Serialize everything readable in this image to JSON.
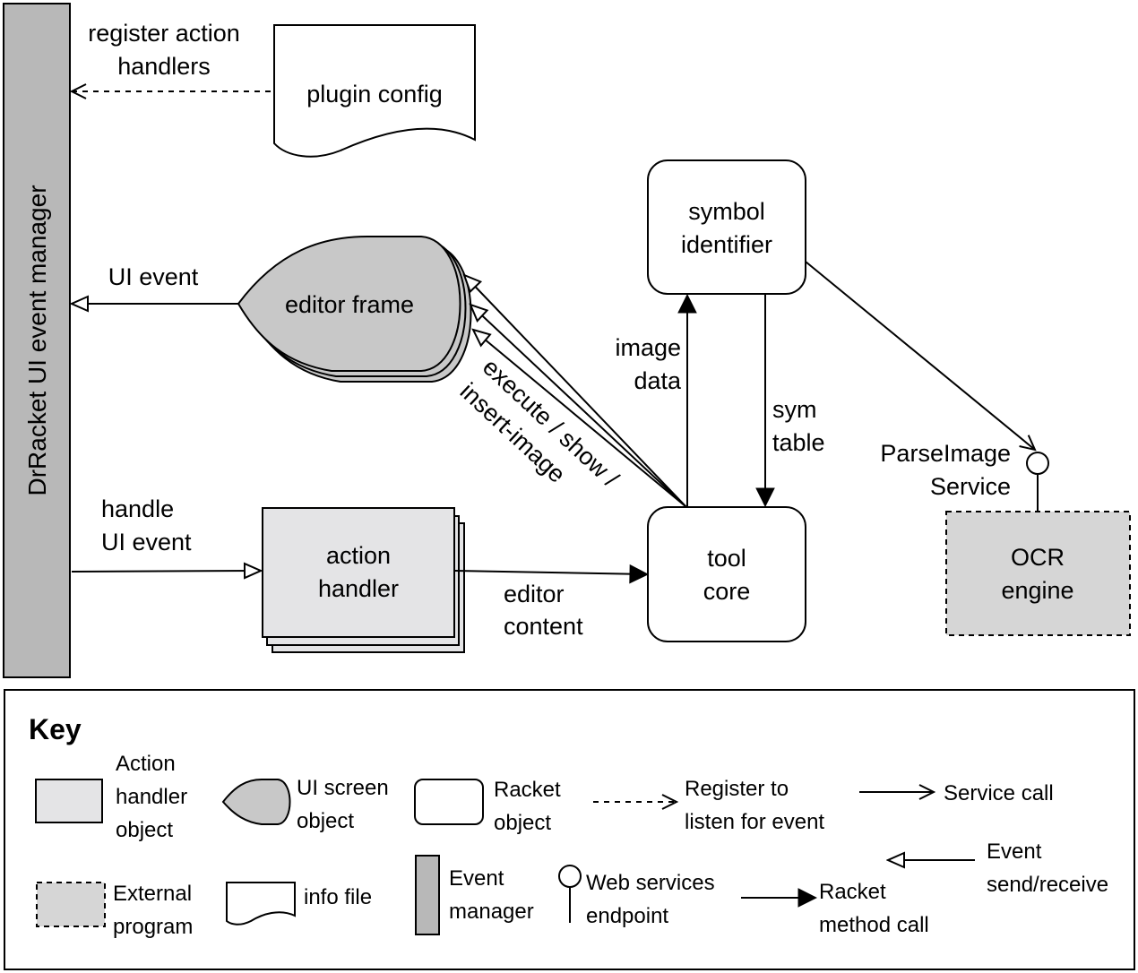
{
  "diagram": {
    "event_manager_label": "DrRacket UI event manager",
    "plugin_config_label": "plugin config",
    "editor_frame_label": "editor frame",
    "action_handler_label": [
      "action",
      "handler"
    ],
    "symbol_identifier_label": [
      "symbol",
      "identifier"
    ],
    "tool_core_label": [
      "tool",
      "core"
    ],
    "ocr_engine_label": [
      "OCR",
      "engine"
    ],
    "edge_labels": {
      "register_handlers": [
        "register action",
        "handlers"
      ],
      "ui_event": "UI event",
      "handle_ui_event": [
        "handle",
        "UI event"
      ],
      "editor_content": [
        "editor",
        "content"
      ],
      "image_data": [
        "image",
        "data"
      ],
      "sym_table": [
        "sym",
        "table"
      ],
      "execute": [
        "execute / show /",
        "insert-image"
      ],
      "parse_service": [
        "ParseImage",
        "Service"
      ]
    }
  },
  "key": {
    "title": "Key",
    "action_handler": [
      "Action",
      "handler",
      "object"
    ],
    "ui_screen": [
      "UI screen",
      "object"
    ],
    "racket_object": [
      "Racket",
      "object"
    ],
    "register": [
      "Register to",
      "listen for event"
    ],
    "service_call": "Service call",
    "external_program": [
      "External",
      "program"
    ],
    "info_file": "info file",
    "event_manager": [
      "Event",
      "manager"
    ],
    "web_services": [
      "Web services",
      "endpoint"
    ],
    "method_call": [
      "Racket",
      "method call"
    ],
    "event_send": [
      "Event",
      "send/receive"
    ]
  },
  "colors": {
    "event_manager_fill": "#b8b8b8",
    "editor_frame_fill": "#c8c8c8",
    "action_handler_fill": "#e4e4e6",
    "ocr_fill": "#d6d6d6"
  }
}
